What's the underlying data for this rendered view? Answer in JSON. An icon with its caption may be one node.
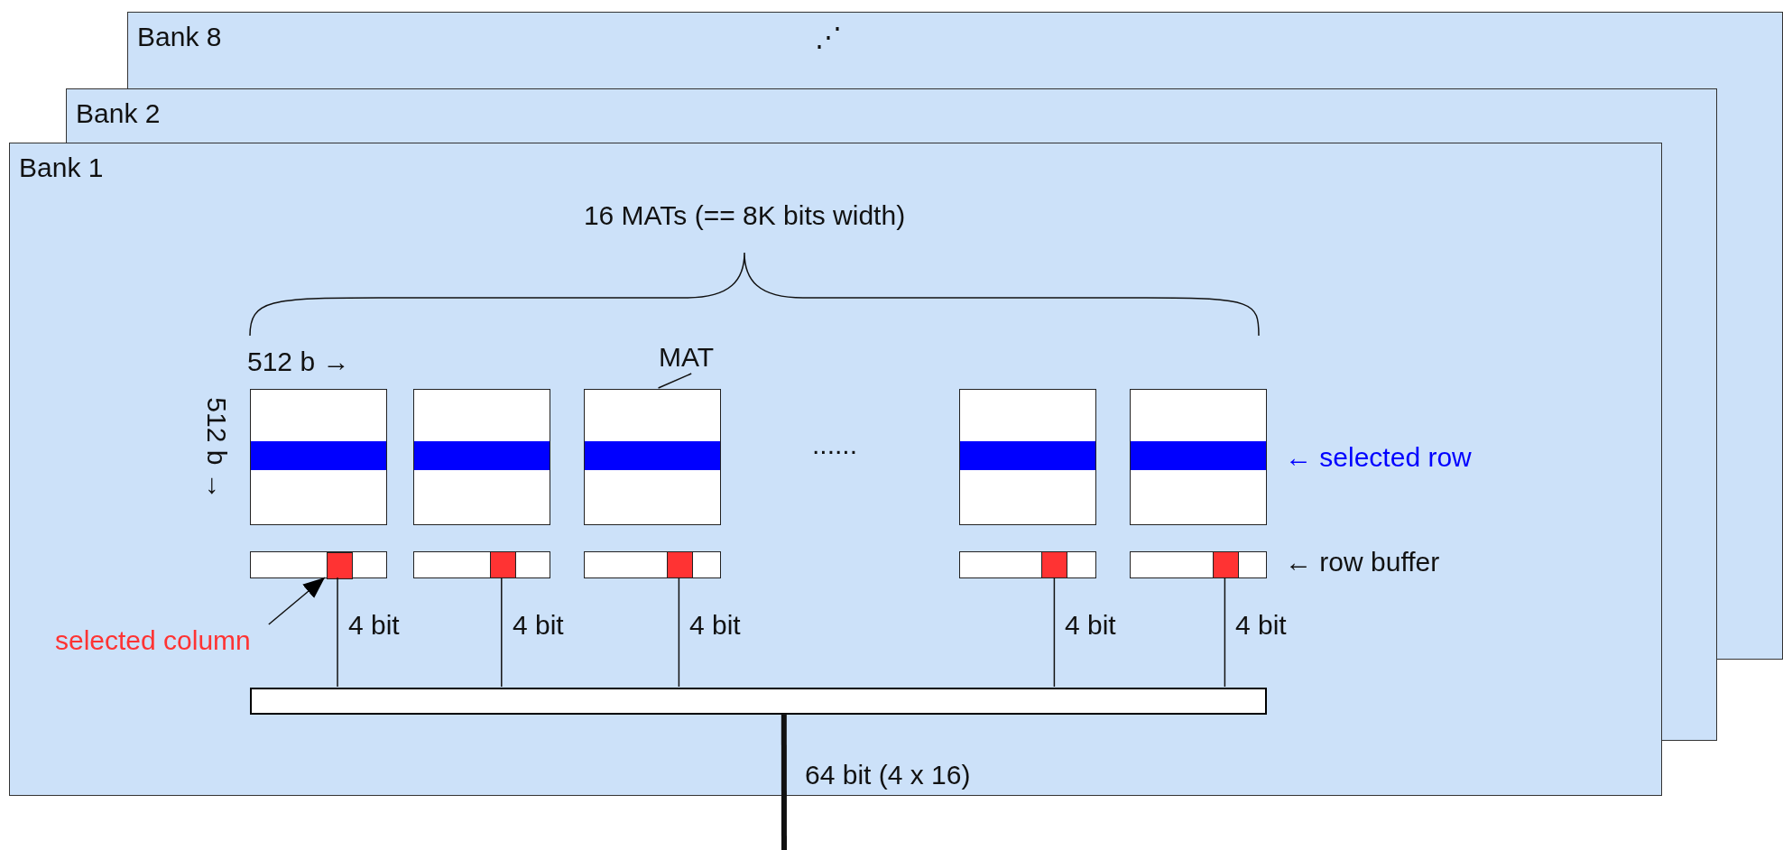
{
  "diagram": {
    "nodes": [
      {
        "text": [
          "Bank 8"
        ]
      },
      {
        "text": [
          "Bank 2"
        ]
      },
      {
        "text": [
          "Bank 1"
        ]
      },
      {
        "text": [],
        "shape": "box",
        "in": 2
      },
      {
        "text": [],
        "shape": "box",
        "in": 2
      },
      {
        "text": [],
        "shape": "box",
        "in": 2
      },
      {
        "text": [],
        "shape": "box",
        "in": 2
      },
      {
        "text": [],
        "shape": "box",
        "in": 2
      },
      {
        "text": [],
        "shape": "box",
        "in": 2
      },
      {
        "text": [],
        "shape": "box",
        "in": 2
      },
      {
        "text": [],
        "shape": "box",
        "in": 2
      },
      {
        "text": [],
        "shape": "box",
        "in": 2
      },
      {
        "text": [],
        "shape": "box",
        "in": 2
      },
      {
        "text": [],
        "shape": "box",
        "in": 8
      },
      {
        "text": [],
        "shape": "bar",
        "in": 2
      },
      {
        "text": [
          "MAT"
        ],
        "in": 2
      },
      {
        "text": [
          "selected column"
        ],
        "in": 2
      }
    ],
    "edges": [
      {
        "from": 15,
        "to": 5,
        "arrow": "none"
      },
      {
        "from": 16,
        "to": 13,
        "arrow": "to"
      },
      {
        "from": 8,
        "to": 14,
        "arrow": "none",
        "label": "4 bit"
      },
      {
        "from": 9,
        "to": 14,
        "arrow": "none",
        "label": "4 bit"
      },
      {
        "from": 10,
        "to": 14,
        "arrow": "none",
        "label": "4 bit"
      },
      {
        "from": 11,
        "to": 14,
        "arrow": "none",
        "label": "4 bit"
      },
      {
        "from": 12,
        "to": 14,
        "arrow": "none",
        "label": "4 bit"
      },
      {
        "from": 14,
        "to": null,
        "arrow": "none",
        "label": "64 bit (4 x 16)",
        "style": "thick"
      }
    ],
    "labels": [
      "⋰",
      "16 MATs (== 8K bits width)",
      "512 b →",
      "512 b →",
      "......",
      "← selected row",
      "← row buffer"
    ]
  }
}
